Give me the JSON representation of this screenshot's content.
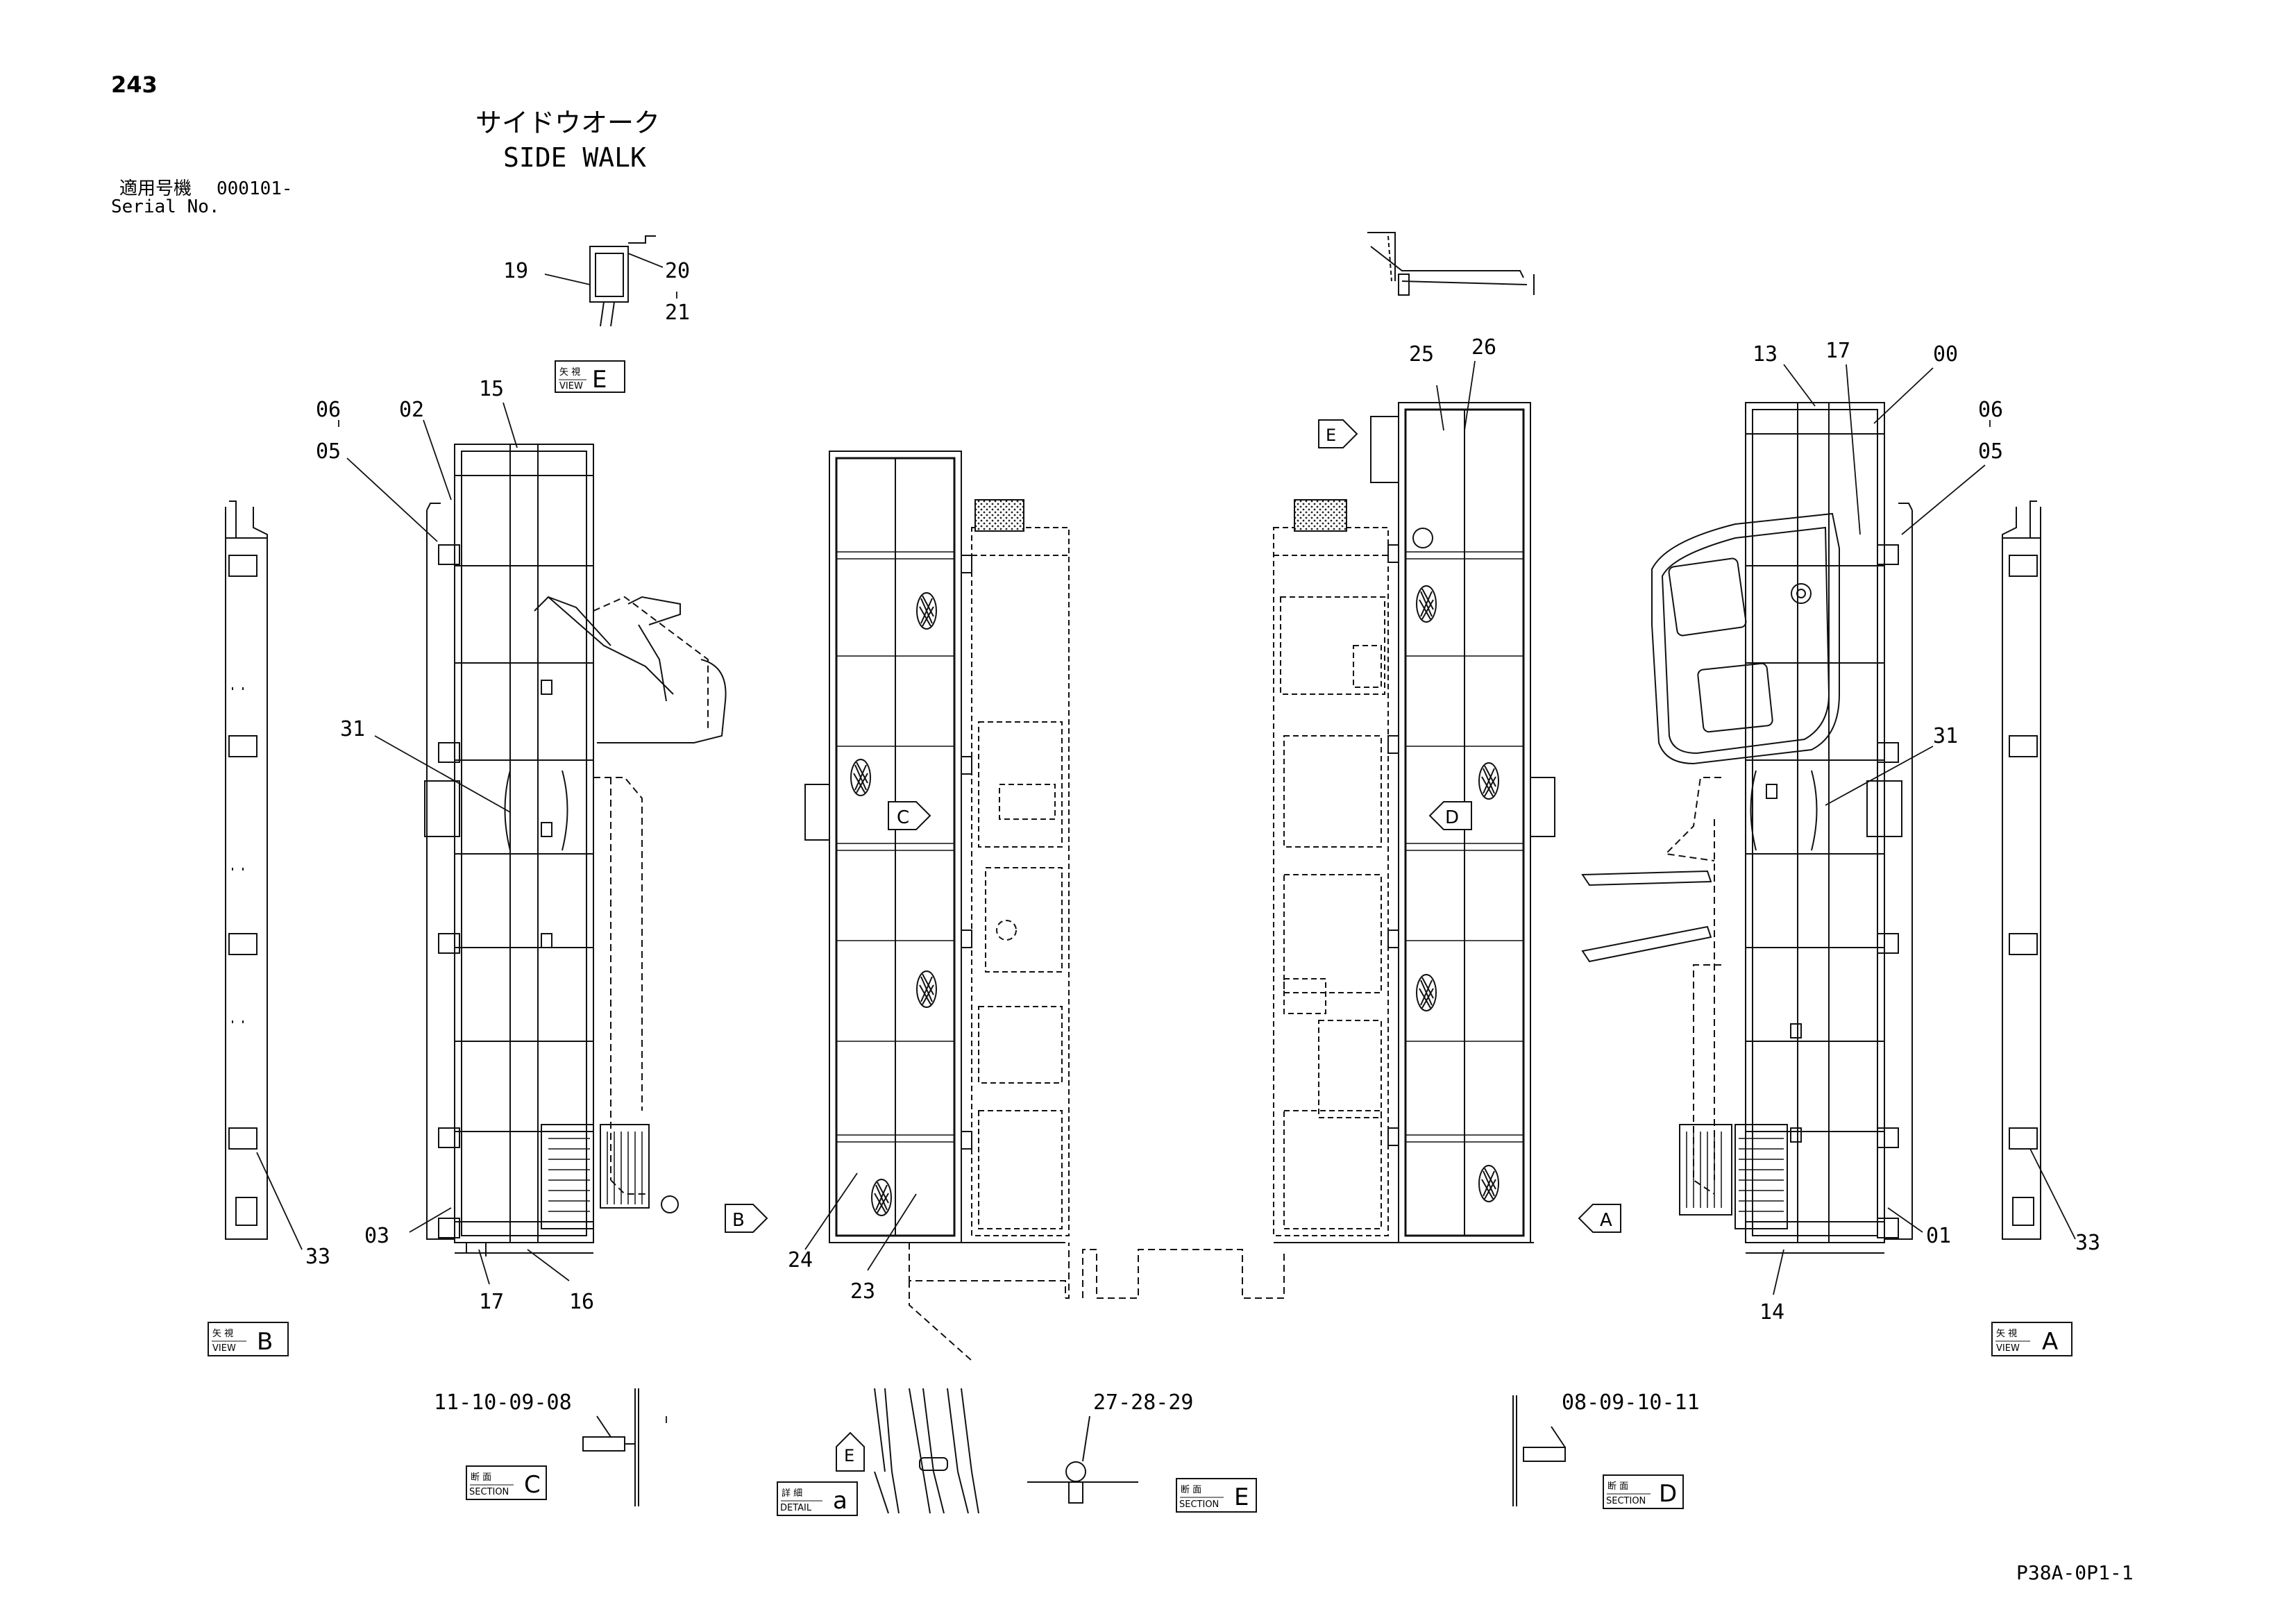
{
  "page_number": "243",
  "title_jp": "サイドウオーク",
  "title_en": "SIDE WALK",
  "serial": {
    "label_jp": "適用号機",
    "value": "000101-",
    "label_en": "Serial No."
  },
  "drawing_code": "P38A-0P1-1",
  "callouts": {
    "c19": "19",
    "c20": "20",
    "c21": "21",
    "c06l": "06",
    "c05l": "05",
    "c02": "02",
    "c15": "15",
    "c31l": "31",
    "c03": "03",
    "c33l": "33",
    "c17l": "17",
    "c16": "16",
    "c24": "24",
    "c23": "23",
    "c25": "25",
    "c26": "26",
    "c13": "13",
    "c17r": "17",
    "c00": "00",
    "c06r": "06",
    "c05r": "05",
    "c31r": "31",
    "c01": "01",
    "c33r": "33",
    "c14": "14",
    "sec_c_parts": "11-10-09-08",
    "sec_e_parts": "27-28-29",
    "sec_d_parts": "08-09-10-11"
  },
  "view_boxes": {
    "view_e": {
      "jp": "矢 視",
      "en": "VIEW",
      "letter": "E"
    },
    "view_b": {
      "jp": "矢 視",
      "en": "VIEW",
      "letter": "B"
    },
    "view_a": {
      "jp": "矢 視",
      "en": "VIEW",
      "letter": "A"
    },
    "section_c": {
      "jp": "断 面",
      "en": "SECTION",
      "letter": "C"
    },
    "detail_a": {
      "jp": "詳 細",
      "en": "DETAIL",
      "letter": "a"
    },
    "section_e": {
      "jp": "断 面",
      "en": "SECTION",
      "letter": "E"
    },
    "section_d": {
      "jp": "断 面",
      "en": "SECTION",
      "letter": "D"
    }
  },
  "arrow_markers": {
    "b": "B",
    "a": "A",
    "c": "C",
    "d": "D",
    "e_top": "E",
    "e_detail": "E"
  }
}
